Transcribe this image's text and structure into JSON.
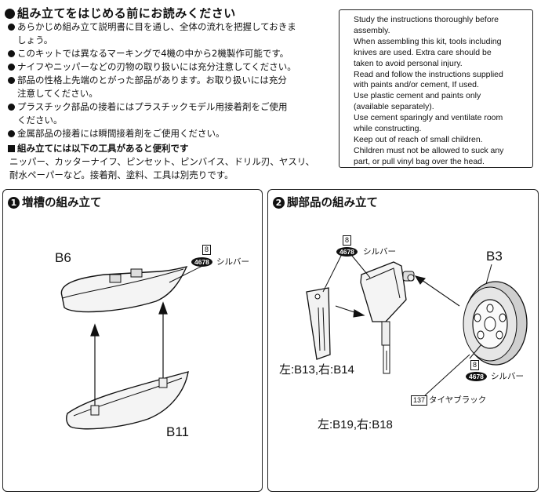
{
  "header": {
    "title": "組み立てをはじめる前にお読みください",
    "jp_notes": [
      "あらかじめ組み立て説明書に目を通し、全体の流れを把握しておきま",
      "しょう。",
      "このキットでは異なるマーキングで4機の中から2機製作可能です。",
      "ナイフやニッパーなどの刃物の取り扱いには充分注意してください。",
      "部品の性格上先端のとがった部品があります。お取り扱いには充分",
      "注意してください。",
      "プラスチック部品の接着にはプラスチックモデル用接着剤をご使用",
      "ください。",
      "金属部品の接着には瞬間接着剤をご使用ください。"
    ],
    "tools_heading": "組み立てには以下の工具があると便利です",
    "tools_lines": [
      "ニッパー、カッターナイフ、ピンセット、ピンバイス、ドリル刃、ヤスリ、",
      "耐水ペーパーなど。接着剤、塗料、工具は別売りです。"
    ]
  },
  "english_notes": [
    "Study the instructions thoroughly before",
    "assembly.",
    "When assembling this kit, tools including",
    "knives are used. Extra care should be",
    "taken to avoid personal injury.",
    "Read and follow the instructions supplied",
    "with paints and/or cement, If used.",
    "Use plastic cement and paints only",
    "(available separately).",
    "Use cement sparingly and ventilate room",
    "while constructing.",
    "Keep out of reach of small children.",
    "Children must not be allowed to suck any",
    "part, or pull vinyl bag over the head."
  ],
  "step1": {
    "number": "1",
    "title": "増槽の組み立て",
    "part_top": "B6",
    "part_bottom": "B11",
    "paint_number": "8",
    "paint_code": "4678",
    "paint_name": "シルバー"
  },
  "step2": {
    "number": "2",
    "title": "脚部品の組み立て",
    "paint_number": "8",
    "paint_code": "4678",
    "paint_name": "シルバー",
    "part_wheel": "B3",
    "part_leg_door": "左:B13,右:B14",
    "part_strut": "左:B19,右:B18",
    "wheel_paint_number": "8",
    "wheel_paint_code": "4678",
    "wheel_paint_name": "シルバー",
    "tire_paint_number": "137",
    "tire_paint_name": "タイヤブラック"
  }
}
